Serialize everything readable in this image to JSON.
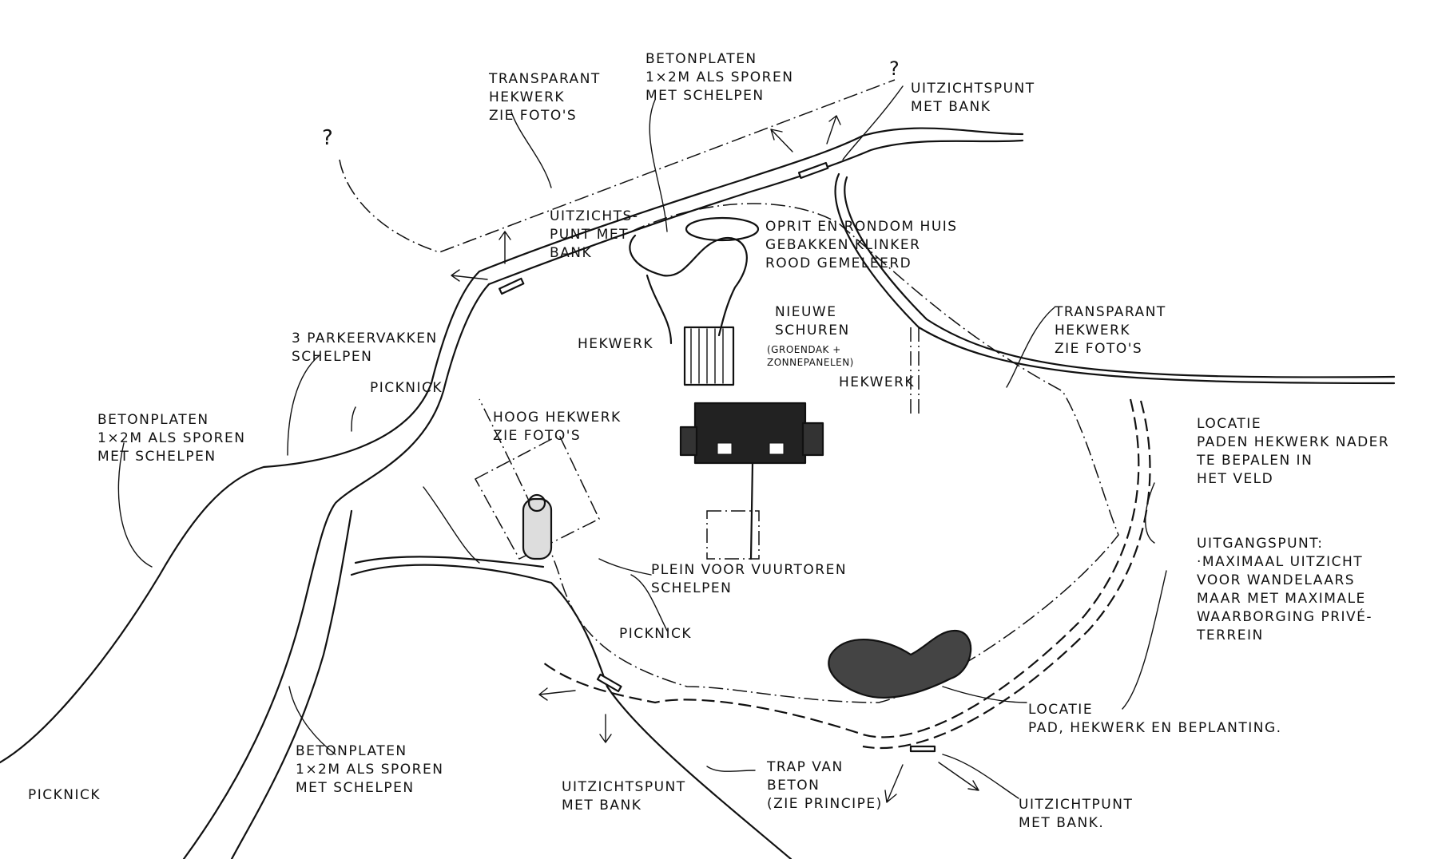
{
  "labels": {
    "transparant_hekwerk_top": "TRANSPARANT\nHEKWERK\nZIE FOTO'S",
    "betonplaten_top": "BETONPLATEN\n1×2M ALS SPOREN\nMET SCHELPEN",
    "question_mark_1": "?",
    "question_mark_2": "?",
    "uitzichtspunt_top_right": "UITZICHTSPUNT\nMET BANK",
    "uitzichtspunt_met_bank_left": "UITZICHTS-\nPUNT MET\nBANK",
    "oprit": "OPRIT EN RONDOM HUIS\nGEBAKKEN KLINKER\nROOD GEMELEERD",
    "parkeervakken": "3 PARKEERVAKKEN\nSCHELPEN",
    "picknick_top": "PICKNICK",
    "hekwerk_left": "HEKWERK",
    "nieuwe_schuren": "NIEUWE\nSCHUREN",
    "groendak": "(GROENDAK +\nZONNEPANELEN)",
    "hekwerk_right": "HEKWERK",
    "transparant_hekwerk_right": "TRANSPARANT\nHEKWERK\nZIE FOTO'S",
    "betonplaten_left": "BETONPLATEN\n1×2M ALS SPOREN\nMET SCHELPEN",
    "hoog_hekwerk": "HOOG HEKWERK\nZIE FOTO'S",
    "locatie_paden": "LOCATIE\nPADEN HEKWERK NADER\nTE BEPALEN IN\nHET VELD",
    "uitgangspunt": "UITGANGSPUNT:\n·MAXIMAAL UITZICHT\nVOOR WANDELAARS\nMAAR MET MAXIMALE\nWAARBORGING PRIVÉ-\nTERREIN",
    "plein": "PLEIN VOOR VUURTOREN\nSCHELPEN",
    "picknick_mid": "PICKNICK",
    "locatie_pad": "LOCATIE\nPAD, HEKWERK EN BEPLANTING.",
    "betonplaten_bottom": "BETONPLATEN\n1×2M ALS SPOREN\nMET SCHELPEN",
    "picknick_bottom_left": "PICKNICK",
    "uitzichtspunt_bottom": "UITZICHTSPUNT\nMET BANK",
    "trap_van_beton": "TRAP VAN\nBETON\n(ZIE PRINCIPE)",
    "uitzichtpunt_bottom_right": "UITZICHTPUNT\nMET BANK."
  }
}
